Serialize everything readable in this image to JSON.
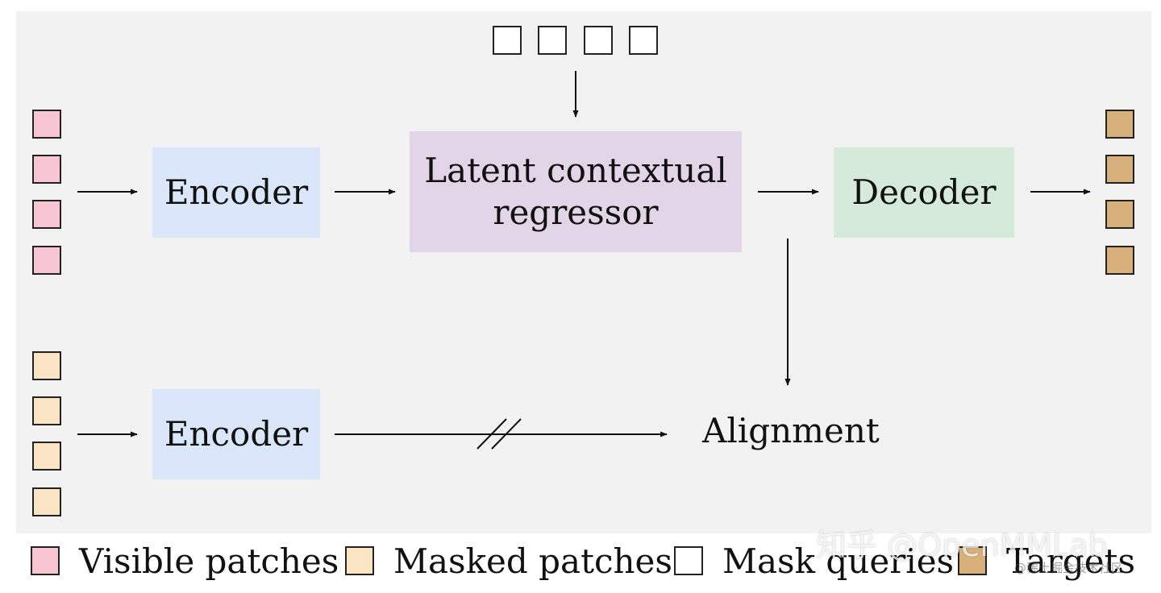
{
  "colors": {
    "visible_patch": "#f7c6d2",
    "masked_patch": "#fbe4c3",
    "mask_query": "#ffffff",
    "target_patch": "#d8b07c",
    "encoder_box": "#dae6fa",
    "regressor_box": "#e3d5e8",
    "decoder_box": "#d6eadb",
    "panel_background": "#f2f2f2"
  },
  "blocks": {
    "encoder_top": "Encoder",
    "regressor_line1": "Latent contextual",
    "regressor_line2": "regressor",
    "decoder": "Decoder",
    "encoder_bottom": "Encoder",
    "alignment": "Alignment"
  },
  "legend": {
    "visible": "Visible patches",
    "masked": "Masked patches",
    "queries": "Mask queries",
    "targets": "Targets"
  },
  "watermark": {
    "main": "知乎 @OpenMMLab",
    "sub": "@稀土掘金技术社区"
  },
  "counts": {
    "visible_patches": 4,
    "masked_patches": 4,
    "mask_queries": 4,
    "targets": 4
  }
}
